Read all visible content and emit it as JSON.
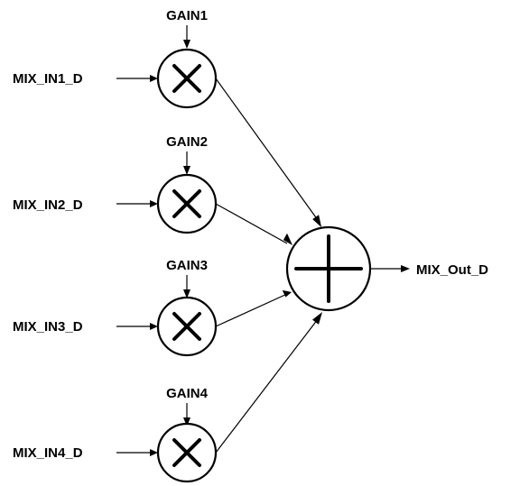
{
  "inputs": [
    {
      "gain": "GAIN1",
      "signal": "MIX_IN1_D"
    },
    {
      "gain": "GAIN2",
      "signal": "MIX_IN2_D"
    },
    {
      "gain": "GAIN3",
      "signal": "MIX_IN3_D"
    },
    {
      "gain": "GAIN4",
      "signal": "MIX_IN4_D"
    }
  ],
  "output": {
    "signal": "MIX_Out_D"
  },
  "colors": {
    "stroke": "#000000",
    "background": "#ffffff"
  }
}
